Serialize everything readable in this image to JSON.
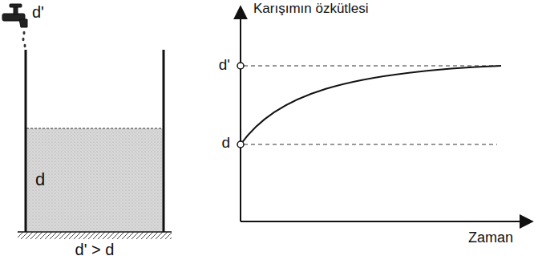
{
  "diagram": {
    "labels": [
      "d'",
      "d",
      "d' > d",
      "Karışımın özkütlesi",
      "d'",
      "d",
      "Zaman"
    ]
  }
}
